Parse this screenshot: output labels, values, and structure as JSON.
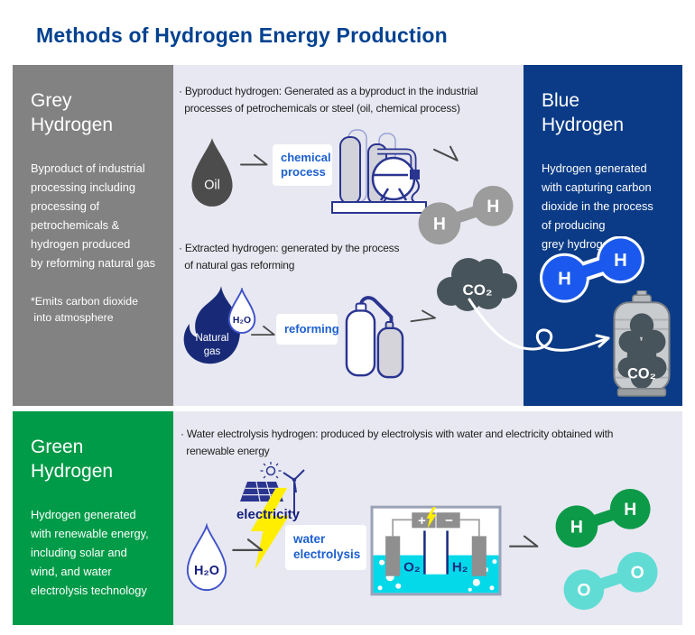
{
  "title": "Methods of Hydrogen Energy Production",
  "colors": {
    "grey_panel": "#828282",
    "blue_panel": "#0b3b86",
    "green_panel": "#009b48",
    "background": "#e8e8f2",
    "accent_blue_text": "#1c5fd0",
    "royal_blue_molecule": "#1b59ee",
    "slate_co2": "#48545c",
    "cyan_water": "#04d9e9",
    "teal_molecule": "#60dcd4",
    "green_molecule": "#0d9a48",
    "grey_molecule": "#9c9c9c",
    "lightning_yellow": "#ffee00"
  },
  "grey_panel": {
    "title": "Grey\nHydrogen",
    "description": "Byproduct of industrial\nprocessing including\nprocessing of\npetrochemicals &\nhydrogen produced\nby reforming natural gas",
    "note": "*Emits carbon dioxide\n into atmosphere"
  },
  "blue_panel": {
    "title": "Blue\nHydrogen",
    "description": "Hydrogen generated\nwith capturing carbon\ndioxide in the process\nof producing\ngrey hydrogen",
    "molecule": {
      "left": "H",
      "right": "H"
    },
    "canister_label": "CO₂"
  },
  "green_panel": {
    "title": "Green\nHydrogen",
    "description": "Hydrogen generated\nwith renewable energy,\nincluding solar and\nwind, and water\nelectrolysis technology"
  },
  "grey_section": {
    "bullet_byproduct": "· Byproduct hydrogen: Generated as a byproduct in the industrial\n  processes of petrochemicals or steel (oil, chemical process)",
    "oil_label": "Oil",
    "chemical_process_label": "chemical\nprocess",
    "h_molecule": {
      "left": "H",
      "right": "H"
    },
    "bullet_extracted": "· Extracted hydrogen: generated by the process\n  of natural gas reforming",
    "natural_gas_label": "Natural\ngas",
    "h2o_label": "H₂O",
    "reforming_label": "reforming",
    "co2_cloud_label": "CO₂"
  },
  "green_section": {
    "bullet_electrolysis": "· Water electrolysis hydrogen: produced by electrolysis with water and electricity obtained with\n  renewable energy",
    "electricity_label": "electricity",
    "h2o_label": "H₂O",
    "water_electrolysis_label": "water\nelectrolysis",
    "cell": {
      "plus": "+",
      "minus": "−",
      "o2_label": "O₂",
      "h2_label": "H₂"
    },
    "h_molecule": {
      "left": "H",
      "right": "H"
    },
    "o_molecule": {
      "left": "O",
      "right": "O"
    }
  }
}
